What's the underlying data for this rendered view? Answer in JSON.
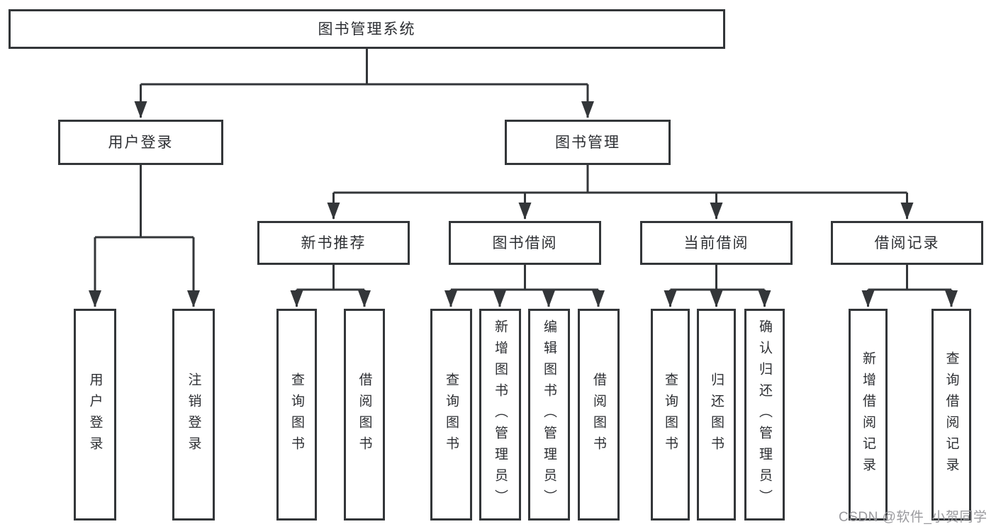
{
  "diagram": {
    "root": {
      "label": "图书管理系统"
    },
    "branches": [
      {
        "label": "用户登录",
        "children": [
          {
            "label": "用户登录"
          },
          {
            "label": "注销登录"
          }
        ]
      },
      {
        "label": "图书管理",
        "children": [
          {
            "label": "新书推荐",
            "children": [
              {
                "label": "查询图书"
              },
              {
                "label": "借阅图书"
              }
            ]
          },
          {
            "label": "图书借阅",
            "children": [
              {
                "label": "查询图书"
              },
              {
                "label": "新增图书（管理员）"
              },
              {
                "label": "编辑图书（管理员）"
              },
              {
                "label": "借阅图书"
              }
            ]
          },
          {
            "label": "当前借阅",
            "children": [
              {
                "label": "查询图书"
              },
              {
                "label": "归还图书"
              },
              {
                "label": "确认归还（管理员）"
              }
            ]
          },
          {
            "label": "借阅记录",
            "children": [
              {
                "label": "新增借阅记录"
              },
              {
                "label": "查询借阅记录"
              }
            ]
          }
        ]
      }
    ],
    "line_color": "#333639"
  },
  "watermark": {
    "text": "CSDN @软件_小贺同学"
  }
}
